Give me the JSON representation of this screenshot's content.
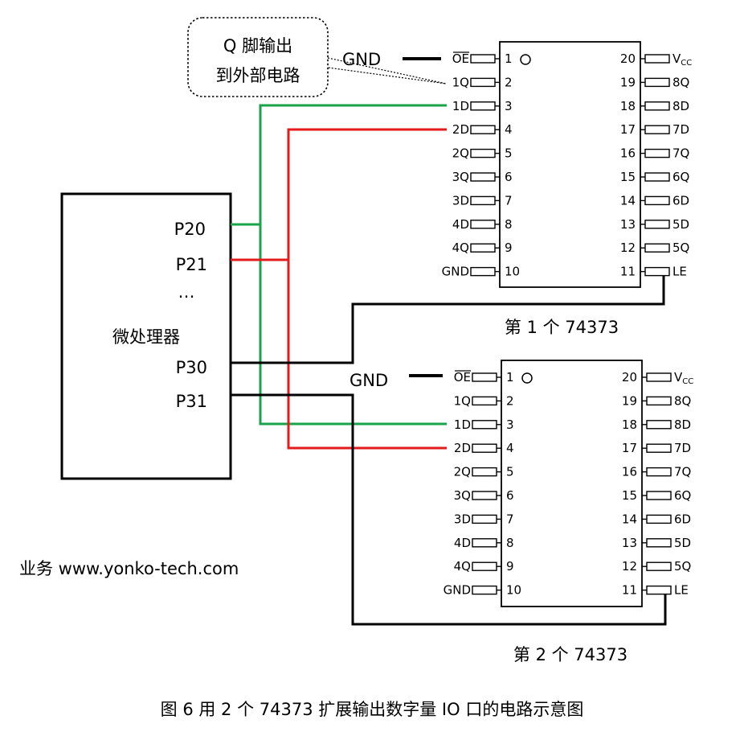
{
  "callout": {
    "line1": "Q 脚输出",
    "line2": "到外部电路"
  },
  "mcu": {
    "label": "微处理器",
    "ports": [
      "P20",
      "P21",
      "…",
      "P30",
      "P31"
    ]
  },
  "chip1": {
    "caption": "第 1 个 74373",
    "gnd_label": "GND",
    "left_pins": [
      {
        "num": "1",
        "name": "OE",
        "overline": true
      },
      {
        "num": "2",
        "name": "1Q"
      },
      {
        "num": "3",
        "name": "1D"
      },
      {
        "num": "4",
        "name": "2D"
      },
      {
        "num": "5",
        "name": "2Q"
      },
      {
        "num": "6",
        "name": "3Q"
      },
      {
        "num": "7",
        "name": "3D"
      },
      {
        "num": "8",
        "name": "4D"
      },
      {
        "num": "9",
        "name": "4Q"
      },
      {
        "num": "10",
        "name": "GND"
      }
    ],
    "right_pins": [
      {
        "num": "20",
        "name": "V",
        "sub": "CC"
      },
      {
        "num": "19",
        "name": "8Q"
      },
      {
        "num": "18",
        "name": "8D"
      },
      {
        "num": "17",
        "name": "7D"
      },
      {
        "num": "16",
        "name": "7Q"
      },
      {
        "num": "15",
        "name": "6Q"
      },
      {
        "num": "14",
        "name": "6D"
      },
      {
        "num": "13",
        "name": "5D"
      },
      {
        "num": "12",
        "name": "5Q"
      },
      {
        "num": "11",
        "name": "LE"
      }
    ]
  },
  "chip2": {
    "caption": "第 2 个 74373",
    "gnd_label": "GND",
    "left_pins": [
      {
        "num": "1",
        "name": "OE",
        "overline": true
      },
      {
        "num": "2",
        "name": "1Q"
      },
      {
        "num": "3",
        "name": "1D"
      },
      {
        "num": "4",
        "name": "2D"
      },
      {
        "num": "5",
        "name": "2Q"
      },
      {
        "num": "6",
        "name": "3Q"
      },
      {
        "num": "7",
        "name": "3D"
      },
      {
        "num": "8",
        "name": "4D"
      },
      {
        "num": "9",
        "name": "4Q"
      },
      {
        "num": "10",
        "name": "GND"
      }
    ],
    "right_pins": [
      {
        "num": "20",
        "name": "V",
        "sub": "CC"
      },
      {
        "num": "19",
        "name": "8Q"
      },
      {
        "num": "18",
        "name": "8D"
      },
      {
        "num": "17",
        "name": "7D"
      },
      {
        "num": "16",
        "name": "7Q"
      },
      {
        "num": "15",
        "name": "6Q"
      },
      {
        "num": "14",
        "name": "6D"
      },
      {
        "num": "13",
        "name": "5D"
      },
      {
        "num": "12",
        "name": "5Q"
      },
      {
        "num": "11",
        "name": "LE"
      }
    ]
  },
  "footer_site": "业务 www.yonko-tech.com",
  "figure_caption": "图 6 用 2 个 74373 扩展输出数字量 IO 口的电路示意图",
  "colors": {
    "green_wire": "#1aa34a",
    "red_wire": "#e31b1b",
    "black": "#000000"
  }
}
